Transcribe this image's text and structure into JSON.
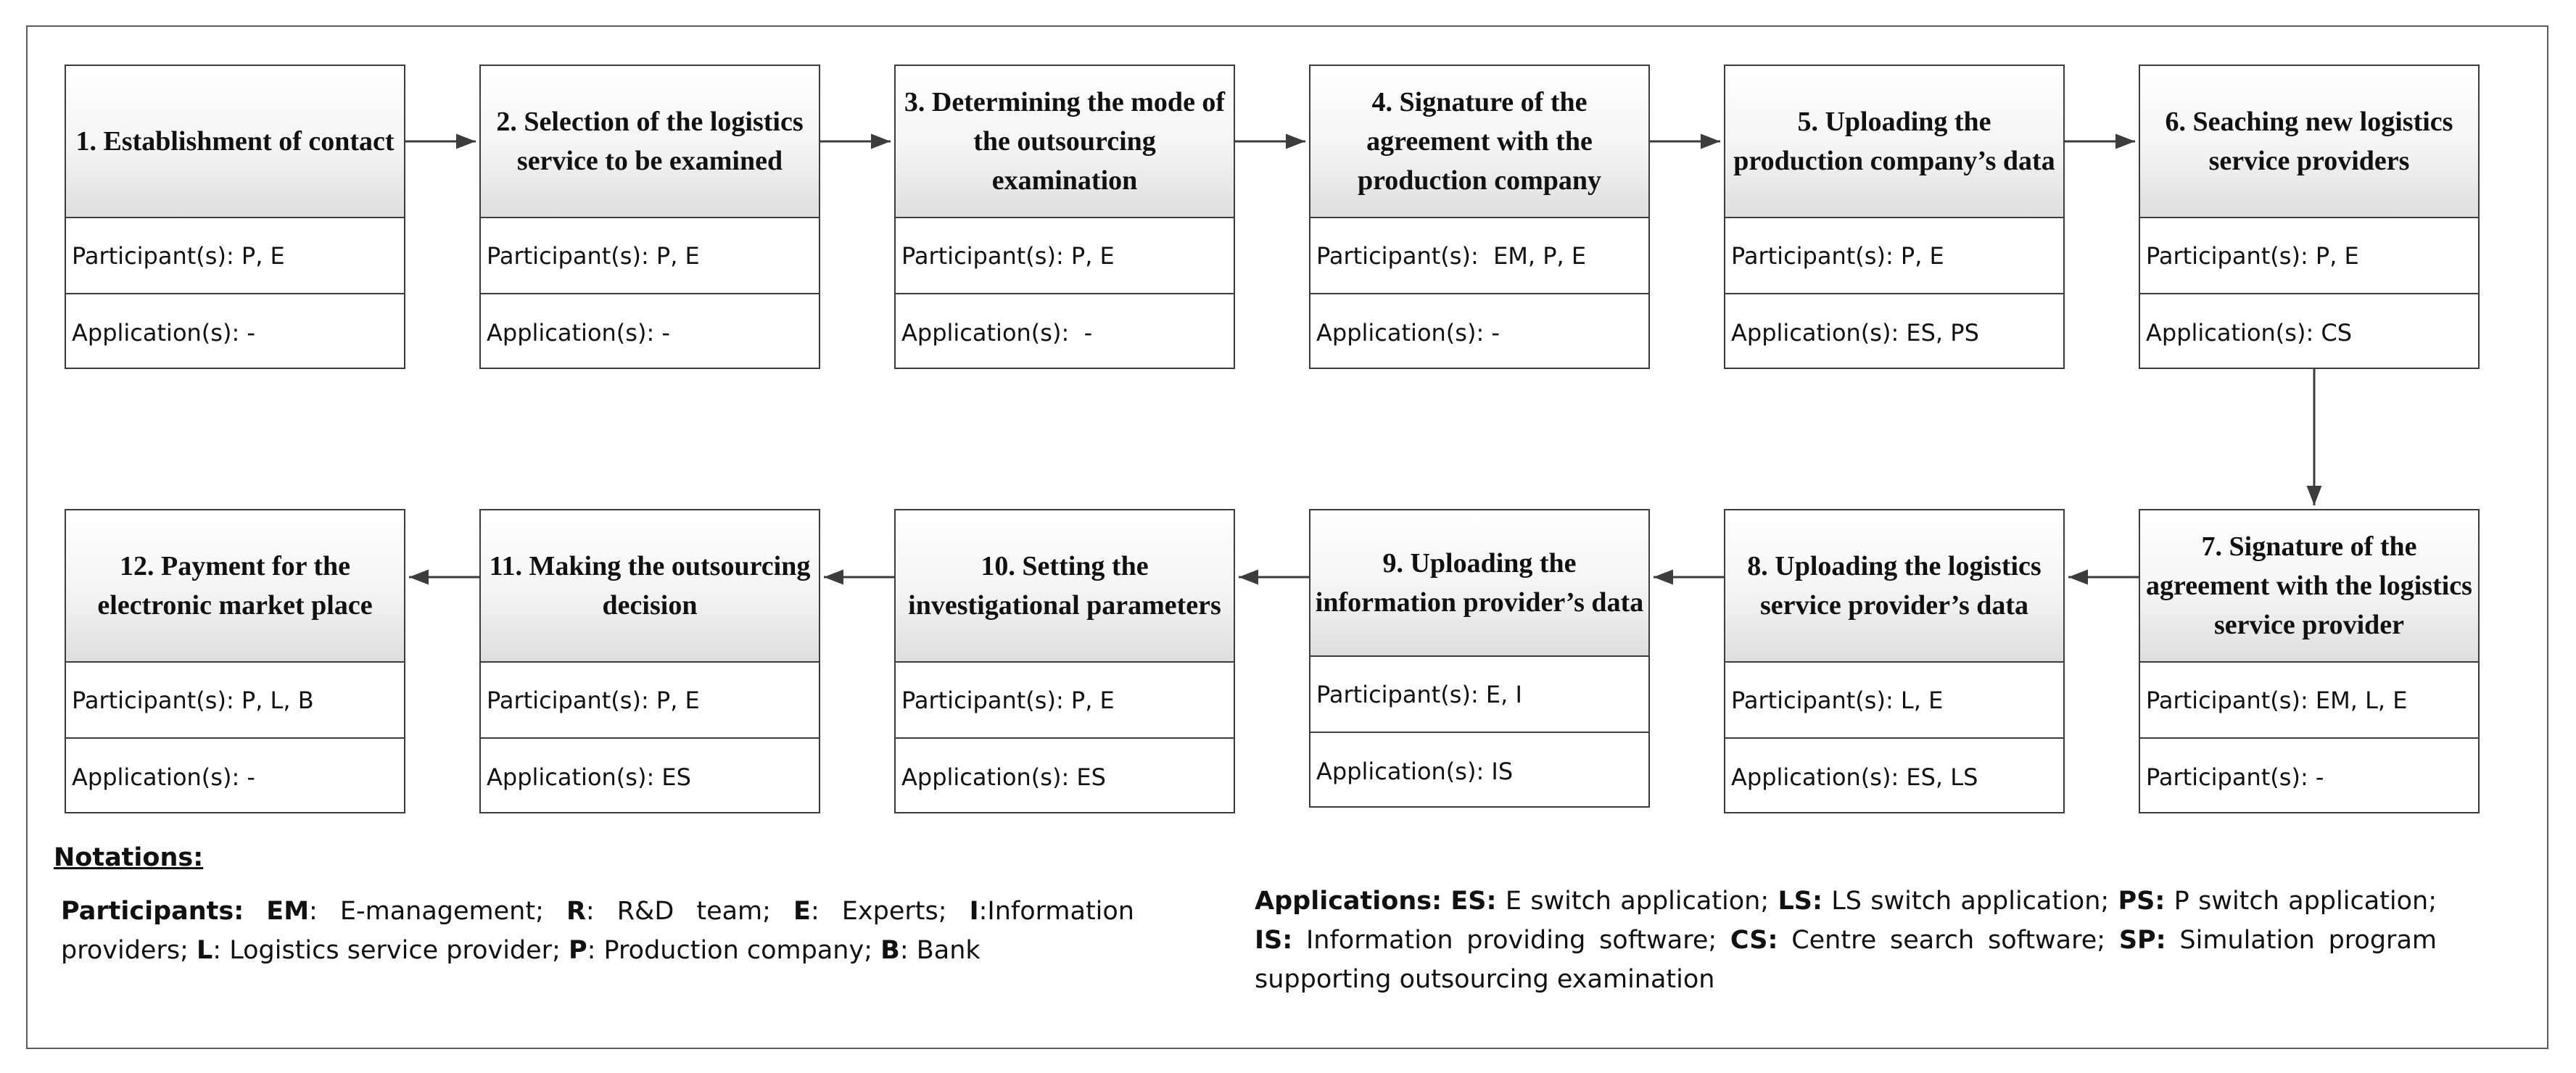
{
  "steps": [
    {
      "title": "1. Establishment of contact",
      "row1": "Participant(s): P, E",
      "row2": "Application(s): -"
    },
    {
      "title": "2. Selection of the logistics service to be examined",
      "row1": "Participant(s): P, E",
      "row2": "Application(s): -"
    },
    {
      "title": "3. Determining the mode of the outsourcing examination",
      "row1": "Participant(s): P, E",
      "row2": "Application(s):  -"
    },
    {
      "title": "4. Signature of the agreement with the production company",
      "row1": "Participant(s):  EM, P, E",
      "row2": "Application(s): -"
    },
    {
      "title": "5. Uploading the production company’s data",
      "row1": "Participant(s): P, E",
      "row2": "Application(s): ES, PS"
    },
    {
      "title": "6. Seaching new logistics service providers",
      "row1": "Participant(s): P, E",
      "row2": "Application(s): CS"
    },
    {
      "title": "7. Signature of the agreement with the logistics service provider",
      "row1": "Participant(s): EM, L, E",
      "row2": "Participant(s): -"
    },
    {
      "title": "8. Uploading the logistics service provider’s data",
      "row1": "Participant(s): L, E",
      "row2": "Application(s): ES, LS"
    },
    {
      "title": "9. Uploading the information provider’s data",
      "row1": "Participant(s): E, I",
      "row2": "Application(s): IS"
    },
    {
      "title": "10. Setting the investigational parameters",
      "row1": "Participant(s): P, E",
      "row2": "Application(s): ES"
    },
    {
      "title": "11. Making the outsourcing decision",
      "row1": "Participant(s): P, E",
      "row2": "Application(s): ES"
    },
    {
      "title": "12. Payment for the electronic market place",
      "row1": "Participant(s): P, L, B",
      "row2": "Application(s): -"
    }
  ],
  "notations": {
    "heading": "Notations:",
    "participants_label": "Participants:",
    "participants": [
      {
        "code": "EM",
        "text": ": E-management; "
      },
      {
        "code": "R",
        "text": ": R&D team; "
      },
      {
        "code": "E",
        "text": ": Experts; "
      },
      {
        "code": "I",
        "text": ":Information providers; "
      },
      {
        "code": "L",
        "text": ": Logistics service provider; "
      },
      {
        "code": "P",
        "text": ": Production company; "
      },
      {
        "code": "B",
        "text": ": Bank"
      }
    ],
    "applications_label": "Applications:",
    "applications": [
      {
        "code": "ES:",
        "text": " E switch application; "
      },
      {
        "code": "LS:",
        "text": " LS switch application; "
      },
      {
        "code": "PS:",
        "text": " P switch application; "
      },
      {
        "code": "IS:",
        "text": " Information providing software; "
      },
      {
        "code": "CS:",
        "text": " Centre search software; "
      },
      {
        "code": "SP:",
        "text": " Simulation program supporting outsourcing examination"
      }
    ]
  }
}
